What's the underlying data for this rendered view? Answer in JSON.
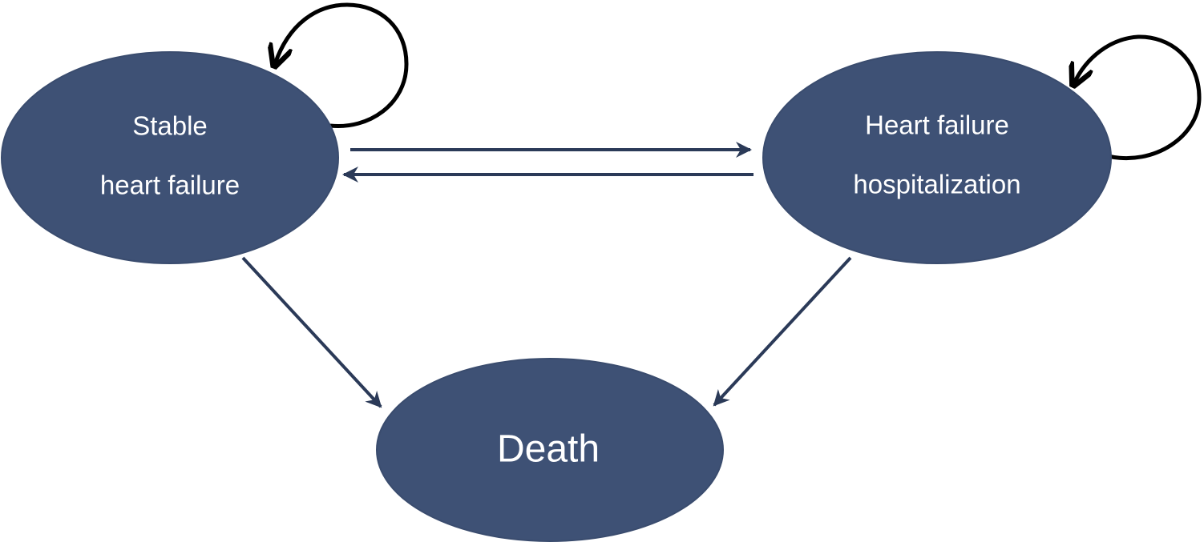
{
  "states": {
    "stable": {
      "line1": "Stable",
      "line2": "heart failure"
    },
    "hospitalization": {
      "line1": "Heart failure",
      "line2": "hospitalization"
    },
    "death": {
      "label": "Death"
    }
  },
  "colors": {
    "node_fill": "#3e5175",
    "edge": "#2b3a58",
    "self_loop": "#000000",
    "text": "#ffffff"
  }
}
